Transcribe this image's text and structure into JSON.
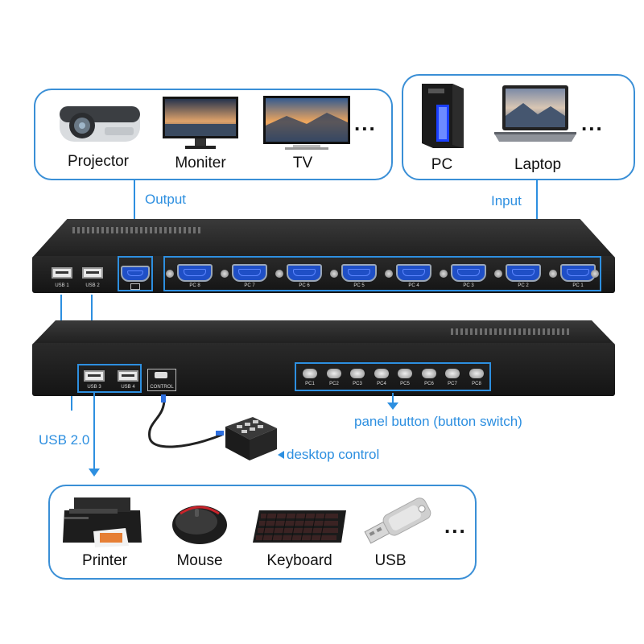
{
  "output_devices": {
    "items": [
      {
        "label": "Projector",
        "icon": "projector-icon"
      },
      {
        "label": "Moniter",
        "icon": "monitor-icon"
      },
      {
        "label": "TV",
        "icon": "tv-icon"
      }
    ],
    "more": "...",
    "caption": "Output"
  },
  "input_devices": {
    "items": [
      {
        "label": "PC",
        "icon": "pc-tower-icon"
      },
      {
        "label": "Laptop",
        "icon": "laptop-icon"
      }
    ],
    "more": "...",
    "caption": "Input"
  },
  "rear_panel": {
    "usb_ports": [
      "USB 1",
      "USB 2"
    ],
    "pc_ports": [
      "PC 8",
      "PC 7",
      "PC 6",
      "PC 5",
      "PC 4",
      "PC 3",
      "PC 2",
      "PC 1"
    ]
  },
  "front_panel": {
    "usb_ports": [
      "USB 3",
      "USB 4"
    ],
    "control_label": "CONTROL",
    "buttons": [
      "PC1",
      "PC2",
      "PC3",
      "PC4",
      "PC5",
      "PC6",
      "PC7",
      "PC8"
    ]
  },
  "annotations": {
    "panel_button": "panel button (button switch)",
    "desktop_control": "desktop control",
    "usb": "USB 2.0"
  },
  "peripherals": {
    "items": [
      {
        "label": "Printer",
        "icon": "printer-icon"
      },
      {
        "label": "Mouse",
        "icon": "mouse-icon"
      },
      {
        "label": "Keyboard",
        "icon": "keyboard-icon"
      },
      {
        "label": "USB",
        "icon": "usb-drive-icon"
      }
    ],
    "more": "..."
  },
  "colors": {
    "accent": "#2d8fe0",
    "port_blue": "#1f4fc6",
    "device_body": "#1c1c1c"
  }
}
